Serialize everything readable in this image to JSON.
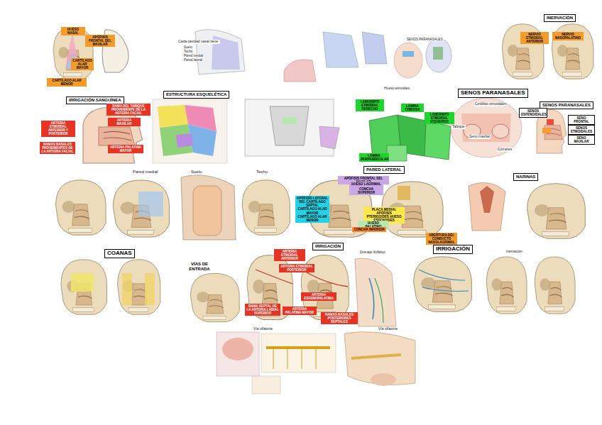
{
  "diagram": {
    "nodes": [
      {
        "text": [
          "INERVACIÓN"
        ]
      },
      {
        "text": [
          "IRRIGACIÓN SANGUÍNEA"
        ]
      },
      {
        "text": [
          "ESTRUCTURA ESQUELÉTICA"
        ]
      },
      {
        "text": [
          "SENOS PARANASALES"
        ]
      },
      {
        "text": [
          "SENOS PARANASALES"
        ]
      },
      {
        "text": [
          "PARED LATERAL"
        ]
      },
      {
        "text": [
          "NARINAS"
        ]
      },
      {
        "text": [
          "COANAS"
        ]
      },
      {
        "text": [
          "VÍAS DE ENTRADA"
        ]
      },
      {
        "text": [
          "IRRIGACIÓN"
        ]
      },
      {
        "text": [
          "IRRIGACIÓN"
        ]
      },
      {
        "text": [
          "HUESO NASAL"
        ]
      },
      {
        "text": [
          "APÓFISIS FRONTAL DEL MAXILAR"
        ]
      },
      {
        "text": [
          "CARTÍLAGO ALAR MAYOR"
        ]
      },
      {
        "text": [
          "CARTÍLAGO ALAR MENOR"
        ]
      },
      {
        "text": [
          "NERVIO ETMOIDAL ANTERIOR"
        ]
      },
      {
        "text": [
          "NERVIO NASOPALATINO"
        ]
      },
      {
        "text": [
          "RAMA DEL TABIQUE PROVENIENTE DE LA ARTERIA FACIAL"
        ]
      },
      {
        "text": [
          "ARTERIA ETMOIDAL ANTERIOR Y POSTERIOR"
        ]
      },
      {
        "text": [
          "RAMAS NASALES PROVENIENTES DE LA ARTERIA FACIAL"
        ]
      },
      {
        "text": [
          "ARTERIA MAXILAR"
        ]
      },
      {
        "text": [
          "ARTERIA PALATINA MAYOR"
        ]
      },
      {
        "text": [
          "LABERINTO ETMOIDAL DERECHO"
        ]
      },
      {
        "text": [
          "LÁMINA CRIBOSA"
        ]
      },
      {
        "text": [
          "LABERINTO ETMOIDAL IZQUIERDO"
        ]
      },
      {
        "text": [
          "LÁMINA PERPENDICULAR"
        ]
      },
      {
        "text": [
          "SENOS ESFENOIDALES"
        ]
      },
      {
        "text": [
          "SENO FRONTAL"
        ]
      },
      {
        "text": [
          "SENOS ETMOIDALES"
        ]
      },
      {
        "text": [
          "SENO MAXILAR"
        ]
      },
      {
        "text": [
          "APÓFISIS FRONTAL DEL MAXILAR"
        ]
      },
      {
        "text": [
          "HUESO LAGRIMAL"
        ]
      },
      {
        "text": [
          "CONCHA SUPERIOR"
        ]
      },
      {
        "text": [
          "APÓFISIS LATERAL DEL CARTÍLAGO SEPTAL CARTÍLAGO ALAR MAYOR CARTÍLAGO ALAR MENOR"
        ]
      },
      {
        "text": [
          "PLACA MEDIAL APÓFISIS PTERIGOIDES HUESO ESFENOIDES"
        ]
      },
      {
        "text": [
          "HUESO PALATINO"
        ]
      },
      {
        "text": [
          "CONCHA INFERIOR"
        ]
      },
      {
        "text": [
          "ABERTURA DEL CONDUCTO NASOLAGRIMAL"
        ]
      },
      {
        "text": [
          "ARTERIA ETMOIDAL ANTERIOR"
        ]
      },
      {
        "text": [
          "ARTERIA ETMOIDAL POSTERIOR"
        ]
      },
      {
        "text": [
          "ARTERIA ESFENOPALATINA"
        ]
      },
      {
        "text": [
          "RAMA SEPTAL DE LA ARTERIA LABIAL SUPERIOR"
        ]
      },
      {
        "text": [
          "ARTERIA PALATINA MAYOR"
        ]
      },
      {
        "text": [
          "RAMAS NASALES POSTERIORES SEPTALES"
        ]
      }
    ],
    "labels": [
      "Cada cavidad nasal tiene:",
      "Suelo",
      "Techo",
      "Pared medial",
      "Pared lateral",
      "SENOS PARANASALES",
      "Hueso etmoides",
      "Celdillas etmoidales",
      "Tabique",
      "Seno maxilar",
      "Cornetes",
      "Pared medial",
      "Suelo",
      "Techo",
      "Drenaje linfático",
      "Inervación",
      "Vía olfatoria",
      "Vía olfatoria"
    ]
  }
}
